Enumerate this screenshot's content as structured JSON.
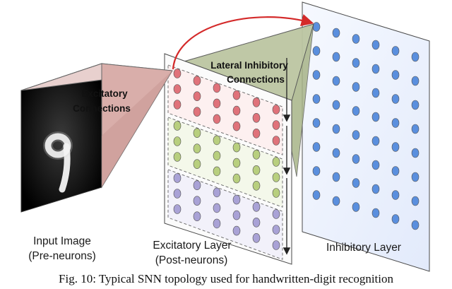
{
  "labels": {
    "input_line1": "Input Image",
    "input_line2": "(Pre-neurons)",
    "excitatory_line1": "Excitatory Layer",
    "excitatory_line2": "(Post-neurons)",
    "inhibitory": "Inhibitory Layer",
    "exc_conn_line1": "Excitatory",
    "exc_conn_line2": "Connections",
    "lat_conn_line1": "Lateral Inhibitory",
    "lat_conn_line2": "Connections"
  },
  "caption": "Fig. 10: Typical SNN topology used for handwritten-digit recognition",
  "colors": {
    "excitatory_cone": "#c99a96",
    "lateral_cone": "#b9c4a0",
    "connection_arrow": "#d42a2a",
    "neuron_red": "#e0727a",
    "neuron_green": "#b8cf7e",
    "neuron_purple": "#a9a2d6",
    "neuron_blue": "#5a8fde",
    "inhibitory_panel": "#eef3fd"
  }
}
